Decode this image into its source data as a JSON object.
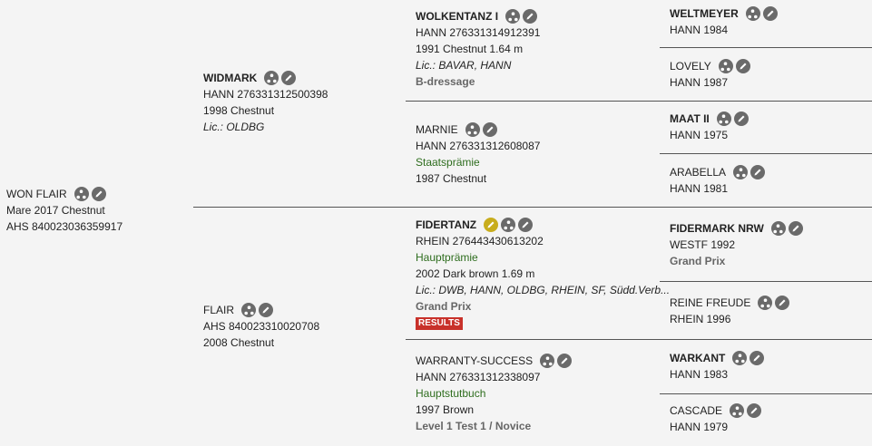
{
  "subject": {
    "name": "WON FLAIR",
    "line1": "Mare 2017 Chestnut",
    "line2": "AHS 840023036359917"
  },
  "sire": {
    "name": "WIDMARK",
    "line1": "HANN 276331312500398",
    "line2": "1998 Chestnut",
    "line3": "Lic.: OLDBG"
  },
  "dam": {
    "name": "FLAIR",
    "line1": "AHS 840023310020708",
    "line2": "2008 Chestnut"
  },
  "ss": {
    "name": "WOLKENTANZ I",
    "line1": "HANN 276331314912391",
    "line2": "1991 Chestnut 1.64 m",
    "line3": "Lic.: BAVAR, HANN",
    "line4": "B-dressage"
  },
  "sd": {
    "name": "MARNIE",
    "line1": "HANN 276331312608087",
    "line2": "Staatsprämie",
    "line3": "1987 Chestnut"
  },
  "ds": {
    "name": "FIDERTANZ",
    "line1": "RHEIN 276443430613202",
    "line2": "Hauptprämie",
    "line3": "2002 Dark brown 1.69 m",
    "line4": "Lic.: DWB, HANN, OLDBG, RHEIN, SF, Südd.Verb...",
    "line5": "Grand Prix",
    "badge": "RESULTS"
  },
  "dd": {
    "name": "WARRANTY-SUCCESS",
    "line1": "HANN 276331312338097",
    "line2": "Hauptstutbuch",
    "line3": "1997 Brown",
    "line4": "Level 1 Test 1 / Novice"
  },
  "g4": [
    {
      "name": "WELTMEYER",
      "line1": "HANN 1984"
    },
    {
      "name": "LOVELY",
      "line1": "HANN 1987"
    },
    {
      "name": "MAAT II",
      "line1": "HANN 1975"
    },
    {
      "name": "ARABELLA",
      "line1": "HANN 1981"
    },
    {
      "name": "FIDERMARK NRW",
      "line1": "WESTF 1992",
      "line2": "Grand Prix"
    },
    {
      "name": "REINE FREUDE",
      "line1": "RHEIN 1996"
    },
    {
      "name": "WARKANT",
      "line1": "HANN 1983"
    },
    {
      "name": "CASCADE",
      "line1": "HANN 1979"
    }
  ]
}
